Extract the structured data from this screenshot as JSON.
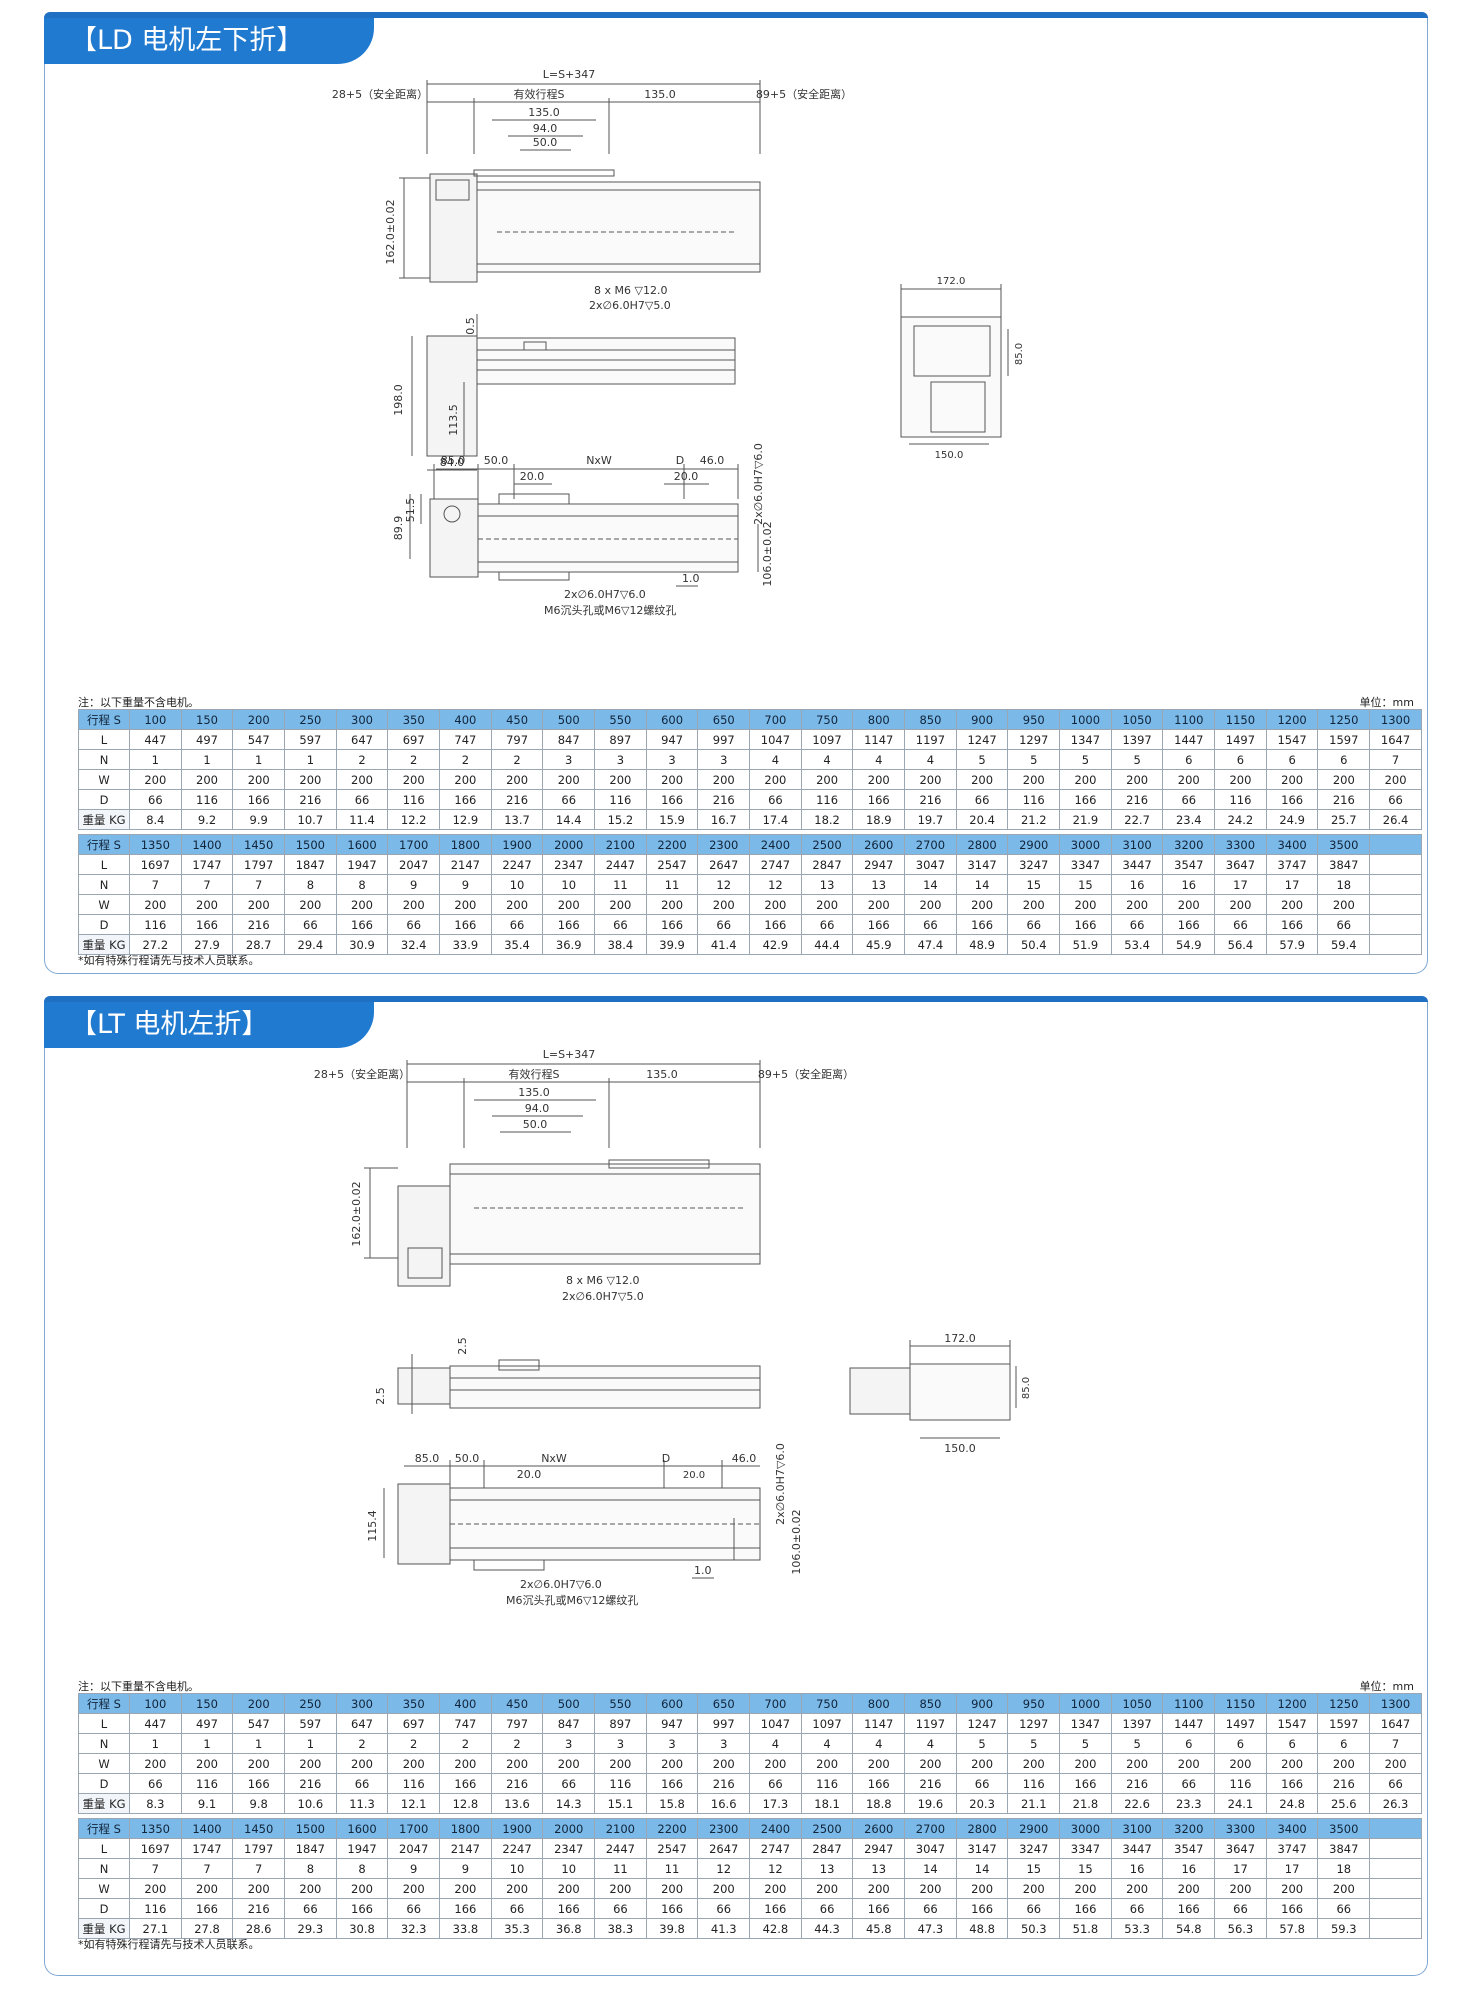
{
  "sections": [
    {
      "title": "【LD 电机左下折】",
      "dims": {
        "total": "L=S+347",
        "safe_left": "28+5（安全距离）",
        "effective_stroke": "有效行程S",
        "d135": "135.0",
        "safe_right": "89+5（安全距离）",
        "d135b": "135.0",
        "d94": "94.0",
        "d50": "50.0",
        "h162": "162.0±0.02",
        "holes1": "8 x  M6 ▽12.0",
        "holes2": "2x∅6.0H7▽5.0",
        "d05": "0.5",
        "h198": "198.0",
        "h113": "113.5",
        "w84": "84.0",
        "w172": "172.0",
        "h85": "85.0",
        "w150": "150.0",
        "b85": "85.0",
        "b50": "50.0",
        "nxw": "NxW",
        "dD": "D",
        "b46": "46.0",
        "b20a": "20.0",
        "b20b": "20.0",
        "b89": "89.9",
        "b51": "51.5",
        "pin": "2x∅6.0H7▽6.0",
        "h106": "106.0±0.02",
        "pin2": "2x∅6.0H7▽6.0",
        "t10": "1.0",
        "m6": "M6沉头孔或M6▽12螺纹孔"
      },
      "note": "注：以下重量不含电机。",
      "unit": "单位：mm",
      "footnote": "*如有特殊行程请先与技术人员联系。",
      "table1": {
        "head": [
          "行程 S",
          "100",
          "150",
          "200",
          "250",
          "300",
          "350",
          "400",
          "450",
          "500",
          "550",
          "600",
          "650",
          "700",
          "750",
          "800",
          "850",
          "900",
          "950",
          "1000",
          "1050",
          "1100",
          "1150",
          "1200",
          "1250",
          "1300"
        ],
        "rows": [
          [
            "L",
            "447",
            "497",
            "547",
            "597",
            "647",
            "697",
            "747",
            "797",
            "847",
            "897",
            "947",
            "997",
            "1047",
            "1097",
            "1147",
            "1197",
            "1247",
            "1297",
            "1347",
            "1397",
            "1447",
            "1497",
            "1547",
            "1597",
            "1647"
          ],
          [
            "N",
            "1",
            "1",
            "1",
            "1",
            "2",
            "2",
            "2",
            "2",
            "3",
            "3",
            "3",
            "3",
            "4",
            "4",
            "4",
            "4",
            "5",
            "5",
            "5",
            "5",
            "6",
            "6",
            "6",
            "6",
            "7"
          ],
          [
            "W",
            "200",
            "200",
            "200",
            "200",
            "200",
            "200",
            "200",
            "200",
            "200",
            "200",
            "200",
            "200",
            "200",
            "200",
            "200",
            "200",
            "200",
            "200",
            "200",
            "200",
            "200",
            "200",
            "200",
            "200",
            "200"
          ],
          [
            "D",
            "66",
            "116",
            "166",
            "216",
            "66",
            "116",
            "166",
            "216",
            "66",
            "116",
            "166",
            "216",
            "66",
            "116",
            "166",
            "216",
            "66",
            "116",
            "166",
            "216",
            "66",
            "116",
            "166",
            "216",
            "66"
          ],
          [
            "重量 KG",
            "8.4",
            "9.2",
            "9.9",
            "10.7",
            "11.4",
            "12.2",
            "12.9",
            "13.7",
            "14.4",
            "15.2",
            "15.9",
            "16.7",
            "17.4",
            "18.2",
            "18.9",
            "19.7",
            "20.4",
            "21.2",
            "21.9",
            "22.7",
            "23.4",
            "24.2",
            "24.9",
            "25.7",
            "26.4"
          ]
        ]
      },
      "table2": {
        "head": [
          "行程 S",
          "1350",
          "1400",
          "1450",
          "1500",
          "1600",
          "1700",
          "1800",
          "1900",
          "2000",
          "2100",
          "2200",
          "2300",
          "2400",
          "2500",
          "2600",
          "2700",
          "2800",
          "2900",
          "3000",
          "3100",
          "3200",
          "3300",
          "3400",
          "3500",
          ""
        ],
        "rows": [
          [
            "L",
            "1697",
            "1747",
            "1797",
            "1847",
            "1947",
            "2047",
            "2147",
            "2247",
            "2347",
            "2447",
            "2547",
            "2647",
            "2747",
            "2847",
            "2947",
            "3047",
            "3147",
            "3247",
            "3347",
            "3447",
            "3547",
            "3647",
            "3747",
            "3847",
            ""
          ],
          [
            "N",
            "7",
            "7",
            "7",
            "8",
            "8",
            "9",
            "9",
            "10",
            "10",
            "11",
            "11",
            "12",
            "12",
            "13",
            "13",
            "14",
            "14",
            "15",
            "15",
            "16",
            "16",
            "17",
            "17",
            "18",
            ""
          ],
          [
            "W",
            "200",
            "200",
            "200",
            "200",
            "200",
            "200",
            "200",
            "200",
            "200",
            "200",
            "200",
            "200",
            "200",
            "200",
            "200",
            "200",
            "200",
            "200",
            "200",
            "200",
            "200",
            "200",
            "200",
            "200",
            ""
          ],
          [
            "D",
            "116",
            "166",
            "216",
            "66",
            "166",
            "66",
            "166",
            "66",
            "166",
            "66",
            "166",
            "66",
            "166",
            "66",
            "166",
            "66",
            "166",
            "66",
            "166",
            "66",
            "166",
            "66",
            "166",
            "66",
            ""
          ],
          [
            "重量 KG",
            "27.2",
            "27.9",
            "28.7",
            "29.4",
            "30.9",
            "32.4",
            "33.9",
            "35.4",
            "36.9",
            "38.4",
            "39.9",
            "41.4",
            "42.9",
            "44.4",
            "45.9",
            "47.4",
            "48.9",
            "50.4",
            "51.9",
            "53.4",
            "54.9",
            "56.4",
            "57.9",
            "59.4",
            ""
          ]
        ]
      }
    },
    {
      "title": "【LT 电机左折】",
      "dims": {
        "total": "L=S+347",
        "safe_left": "28+5（安全距离）",
        "effective_stroke": "有效行程S",
        "d135": "135.0",
        "safe_right": "89+5（安全距离）",
        "d135b": "135.0",
        "d94": "94.0",
        "d50": "50.0",
        "h162": "162.0±0.02",
        "holes1": "8 x  M6  ▽12.0",
        "holes2": "2x∅6.0H7▽5.0",
        "d25a": "2.5",
        "d25b": "2.5",
        "w172": "172.0",
        "h85": "85.0",
        "w150": "150.0",
        "b85": "85.0",
        "b50": "50.0",
        "nxw": "NxW",
        "dD": "D",
        "b46": "46.0",
        "b20a": "20.0",
        "b20b": "20.0",
        "h115": "115.4",
        "pin": "2x∅6.0H7▽6.0",
        "h106": "106.0±0.02",
        "pin2": "2x∅6.0H7▽6.0",
        "t10": "1.0",
        "m6": "M6沉头孔或M6▽12螺纹孔"
      },
      "note": "注：以下重量不含电机。",
      "unit": "单位：mm",
      "footnote": "*如有特殊行程请先与技术人员联系。",
      "table1": {
        "head": [
          "行程 S",
          "100",
          "150",
          "200",
          "250",
          "300",
          "350",
          "400",
          "450",
          "500",
          "550",
          "600",
          "650",
          "700",
          "750",
          "800",
          "850",
          "900",
          "950",
          "1000",
          "1050",
          "1100",
          "1150",
          "1200",
          "1250",
          "1300"
        ],
        "rows": [
          [
            "L",
            "447",
            "497",
            "547",
            "597",
            "647",
            "697",
            "747",
            "797",
            "847",
            "897",
            "947",
            "997",
            "1047",
            "1097",
            "1147",
            "1197",
            "1247",
            "1297",
            "1347",
            "1397",
            "1447",
            "1497",
            "1547",
            "1597",
            "1647"
          ],
          [
            "N",
            "1",
            "1",
            "1",
            "1",
            "2",
            "2",
            "2",
            "2",
            "3",
            "3",
            "3",
            "3",
            "4",
            "4",
            "4",
            "4",
            "5",
            "5",
            "5",
            "5",
            "6",
            "6",
            "6",
            "6",
            "7"
          ],
          [
            "W",
            "200",
            "200",
            "200",
            "200",
            "200",
            "200",
            "200",
            "200",
            "200",
            "200",
            "200",
            "200",
            "200",
            "200",
            "200",
            "200",
            "200",
            "200",
            "200",
            "200",
            "200",
            "200",
            "200",
            "200",
            "200"
          ],
          [
            "D",
            "66",
            "116",
            "166",
            "216",
            "66",
            "116",
            "166",
            "216",
            "66",
            "116",
            "166",
            "216",
            "66",
            "116",
            "166",
            "216",
            "66",
            "116",
            "166",
            "216",
            "66",
            "116",
            "166",
            "216",
            "66"
          ],
          [
            "重量 KG",
            "8.3",
            "9.1",
            "9.8",
            "10.6",
            "11.3",
            "12.1",
            "12.8",
            "13.6",
            "14.3",
            "15.1",
            "15.8",
            "16.6",
            "17.3",
            "18.1",
            "18.8",
            "19.6",
            "20.3",
            "21.1",
            "21.8",
            "22.6",
            "23.3",
            "24.1",
            "24.8",
            "25.6",
            "26.3"
          ]
        ]
      },
      "table2": {
        "head": [
          "行程 S",
          "1350",
          "1400",
          "1450",
          "1500",
          "1600",
          "1700",
          "1800",
          "1900",
          "2000",
          "2100",
          "2200",
          "2300",
          "2400",
          "2500",
          "2600",
          "2700",
          "2800",
          "2900",
          "3000",
          "3100",
          "3200",
          "3300",
          "3400",
          "3500",
          ""
        ],
        "rows": [
          [
            "L",
            "1697",
            "1747",
            "1797",
            "1847",
            "1947",
            "2047",
            "2147",
            "2247",
            "2347",
            "2447",
            "2547",
            "2647",
            "2747",
            "2847",
            "2947",
            "3047",
            "3147",
            "3247",
            "3347",
            "3447",
            "3547",
            "3647",
            "3747",
            "3847",
            ""
          ],
          [
            "N",
            "7",
            "7",
            "7",
            "8",
            "8",
            "9",
            "9",
            "10",
            "10",
            "11",
            "11",
            "12",
            "12",
            "13",
            "13",
            "14",
            "14",
            "15",
            "15",
            "16",
            "16",
            "17",
            "17",
            "18",
            ""
          ],
          [
            "W",
            "200",
            "200",
            "200",
            "200",
            "200",
            "200",
            "200",
            "200",
            "200",
            "200",
            "200",
            "200",
            "200",
            "200",
            "200",
            "200",
            "200",
            "200",
            "200",
            "200",
            "200",
            "200",
            "200",
            "200",
            ""
          ],
          [
            "D",
            "116",
            "166",
            "216",
            "66",
            "166",
            "66",
            "166",
            "66",
            "166",
            "66",
            "166",
            "66",
            "166",
            "66",
            "166",
            "66",
            "166",
            "66",
            "166",
            "66",
            "166",
            "66",
            "166",
            "66",
            ""
          ],
          [
            "重量 KG",
            "27.1",
            "27.8",
            "28.6",
            "29.3",
            "30.8",
            "32.3",
            "33.8",
            "35.3",
            "36.8",
            "38.3",
            "39.8",
            "41.3",
            "42.8",
            "44.3",
            "45.8",
            "47.3",
            "48.8",
            "50.3",
            "51.8",
            "53.3",
            "54.8",
            "56.3",
            "57.8",
            "59.3",
            ""
          ]
        ]
      }
    }
  ]
}
